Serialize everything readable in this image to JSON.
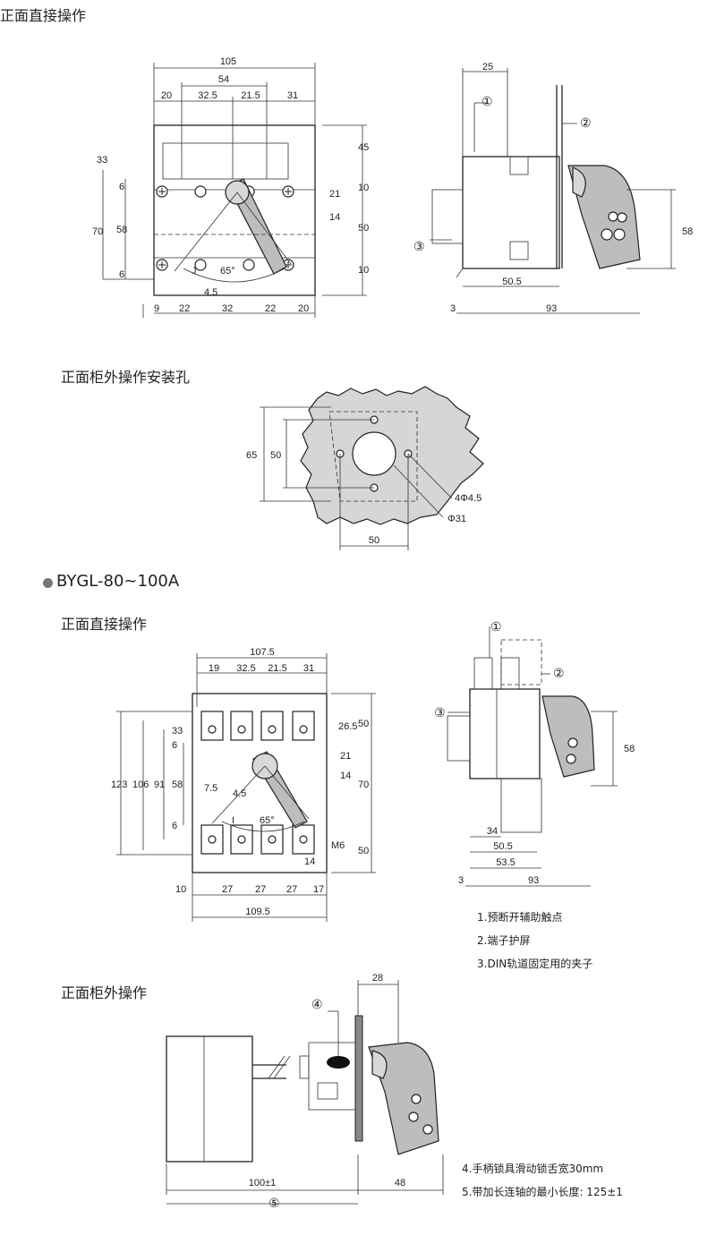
{
  "headings": {
    "top": "正面直接操作",
    "holes": "正面柜外操作安装孔",
    "model": "BYGL-80~100A",
    "front_direct": "正面直接操作",
    "front_ext": "正面柜外操作"
  },
  "notes": {
    "n1": "1.预断开辅助触点",
    "n2": "2.端子护屏",
    "n3": "3.DIN轨道固定用的夹子",
    "n4": "4.手柄锁具滑动锁舌宽30mm",
    "n5": "5.带加长连轴的最小长度:  125±1"
  },
  "d1": {
    "w105": "105",
    "w54": "54",
    "w20a": "20",
    "w325": "32.5",
    "w215": "21.5",
    "w31": "31",
    "h45": "45",
    "h33": "33",
    "h6a": "6",
    "h10a": "10",
    "h21": "21",
    "h70": "70",
    "h58": "58",
    "h14": "14",
    "h50": "50",
    "h6b": "6",
    "h10b": "10",
    "deg": "65°",
    "j": "J",
    "w45": "4.5",
    "b9": "9",
    "b22a": "22",
    "b32": "32",
    "b22b": "22",
    "b20": "20"
  },
  "s1": {
    "w25": "25",
    "c1": "①",
    "c2": "②",
    "c3": "③",
    "h58": "58",
    "w505": "50.5",
    "w3": "3",
    "w93": "93"
  },
  "m1": {
    "h65": "65",
    "h50": "50",
    "hole": "4Φ4.5",
    "big": "Φ31",
    "w50": "50"
  },
  "d2": {
    "w1075": "107.5",
    "w19": "19",
    "w325": "32.5",
    "w215": "21.5",
    "w31": "31",
    "h265": "26.5",
    "h50a": "50",
    "h21": "21",
    "h14a": "14",
    "h70": "70",
    "h50b": "50",
    "h123": "123",
    "h106": "106",
    "h91": "91",
    "h58": "58",
    "h6a": "6",
    "h33": "33",
    "h6b": "6",
    "w75": "7.5",
    "w45": "4.5",
    "deg": "65°",
    "i": "I",
    "m6": "M6",
    "w14": "14",
    "b10": "10",
    "b27a": "27",
    "b27b": "27",
    "b27c": "27",
    "b17": "17",
    "w1095": "109.5"
  },
  "s2": {
    "c1": "①",
    "c2": "②",
    "c3": "③",
    "h58": "58",
    "w34": "34",
    "w505": "50.5",
    "w535": "53.5",
    "w3": "3",
    "w93": "93"
  },
  "s3": {
    "w28": "28",
    "c4": "④",
    "w100": "100±1",
    "w48": "48",
    "c5": "⑤"
  }
}
